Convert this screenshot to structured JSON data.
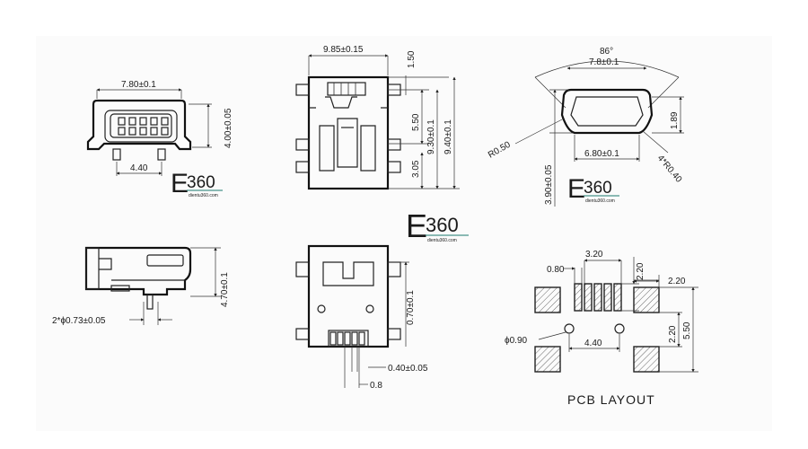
{
  "logo": {
    "letter": "E",
    "number": "360",
    "site": "dientu360.com"
  },
  "views": {
    "front": {
      "width": "7.80±0.1",
      "height": "4.00±0.05",
      "pitch": "4.40"
    },
    "top": {
      "width": "9.85±0.15",
      "d1": "1.50",
      "d2": "5.50",
      "d3": "9.30±0.1",
      "d4": "9.40±0.1",
      "d5": "3.05"
    },
    "profile": {
      "angle": "86°",
      "width": "7.8±0.1",
      "inner": "6.80±0.1",
      "height": "3.90±0.05",
      "radius": "R0.50",
      "corners": "4*R0.40",
      "depth": "1.89"
    },
    "side": {
      "height": "4.70±0.1",
      "post": "2*ϕ0.73±0.05"
    },
    "bottom": {
      "height": "0.70±0.1",
      "pin": "0.40±0.05",
      "pitch": "0.8"
    },
    "pcb": {
      "title": "PCB  LAYOUT",
      "span": "3.20",
      "pin_width": "0.80",
      "pad_height": "2.20",
      "pad_width": "2.20",
      "pad_gap": "2.20",
      "total": "5.50",
      "hole": "ϕ0.90",
      "hole_span": "4.40"
    }
  }
}
